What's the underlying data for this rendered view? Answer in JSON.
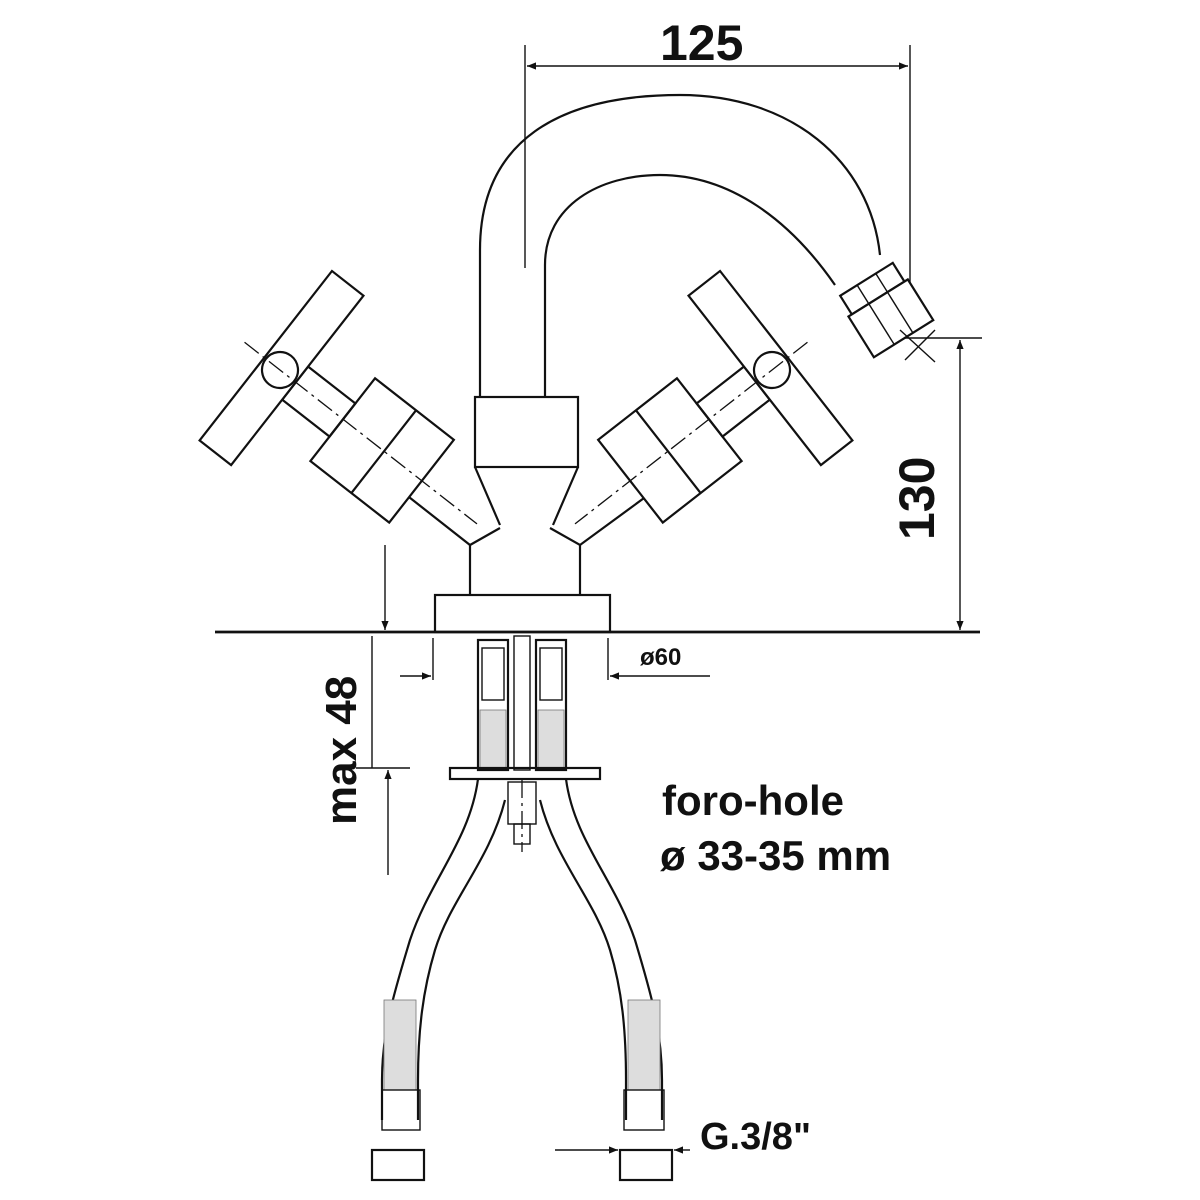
{
  "dimensions": {
    "spout_reach": "125",
    "spout_height": "130",
    "max_deck_thickness": "max 48",
    "base_diameter": "ø60",
    "connection_thread": "G.3/8\""
  },
  "hole_note": {
    "line1": "foro-hole",
    "line2": "ø 33-35 mm"
  }
}
